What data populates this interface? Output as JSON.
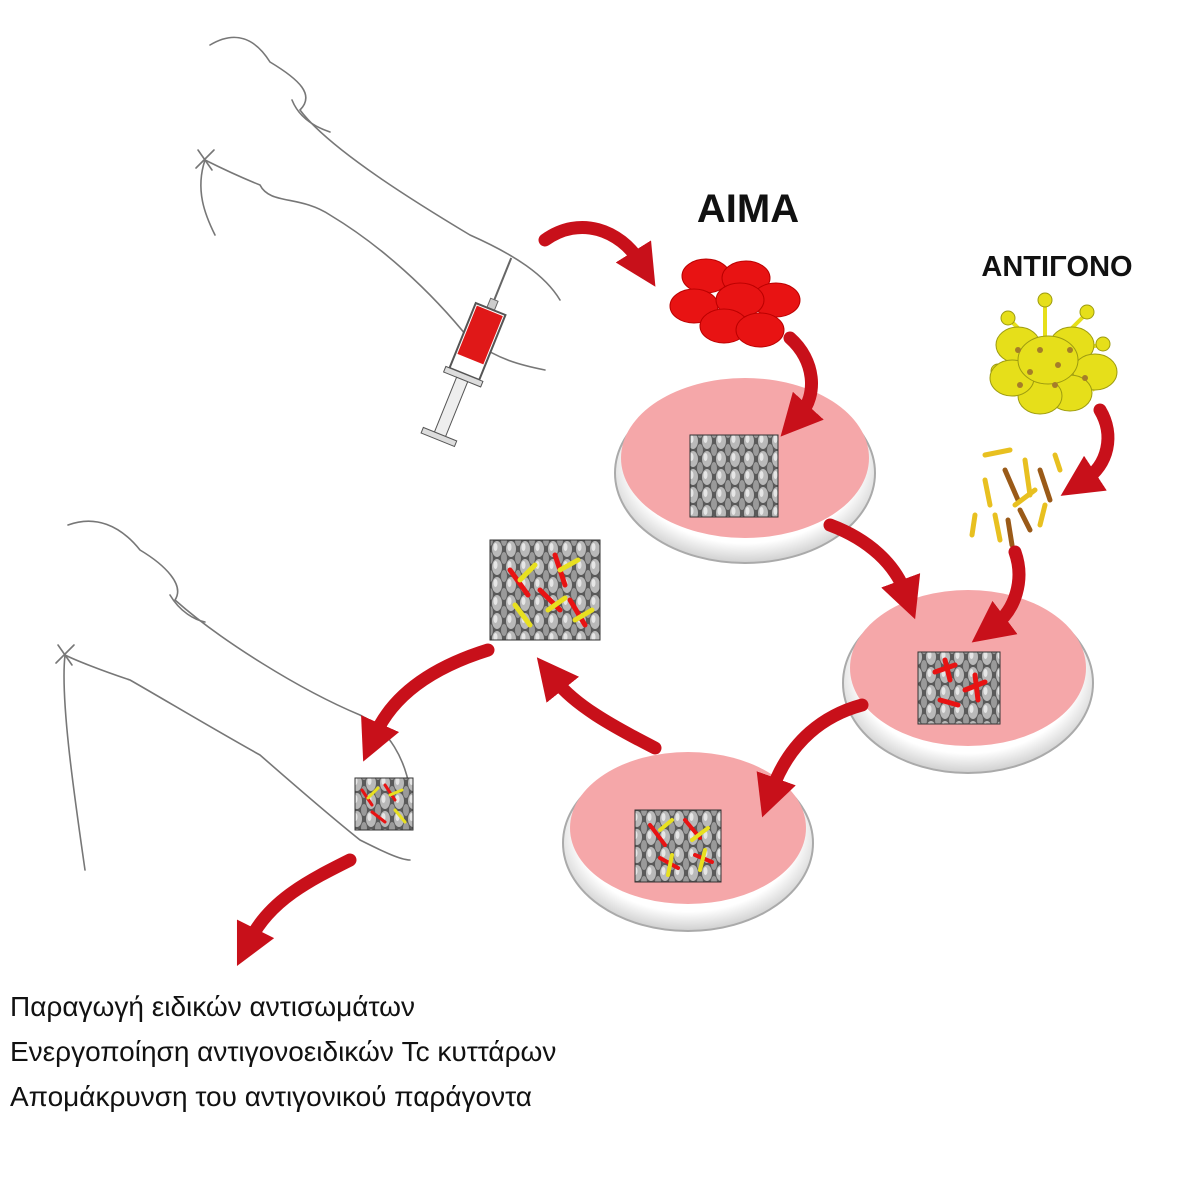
{
  "labels": {
    "blood": "ΑΙΜΑ",
    "antigen": "ΑΝΤΙΓΟΝΟ"
  },
  "caption_lines": [
    "Παραγωγή ειδικών αντισωμάτων",
    "Ενεργοποίηση αντιγονοειδικών Tc κυττάρων",
    "Απομάκρυνση του αντιγονικού παράγοντα"
  ],
  "colors": {
    "arrow": "#c8101a",
    "blood_cell": "#e81313",
    "medium": "#f5a7a9",
    "antigen_body": "#e6df1a",
    "antigen_spot": "#a57d2a",
    "rod_yellow": "#e8c020",
    "rod_brown": "#9a5a18"
  },
  "icons": [
    "arm-sketch",
    "syringe-icon",
    "blood-cells-icon",
    "antigen-virus-icon",
    "petri-dish-icon",
    "microscope-tile-icon"
  ]
}
